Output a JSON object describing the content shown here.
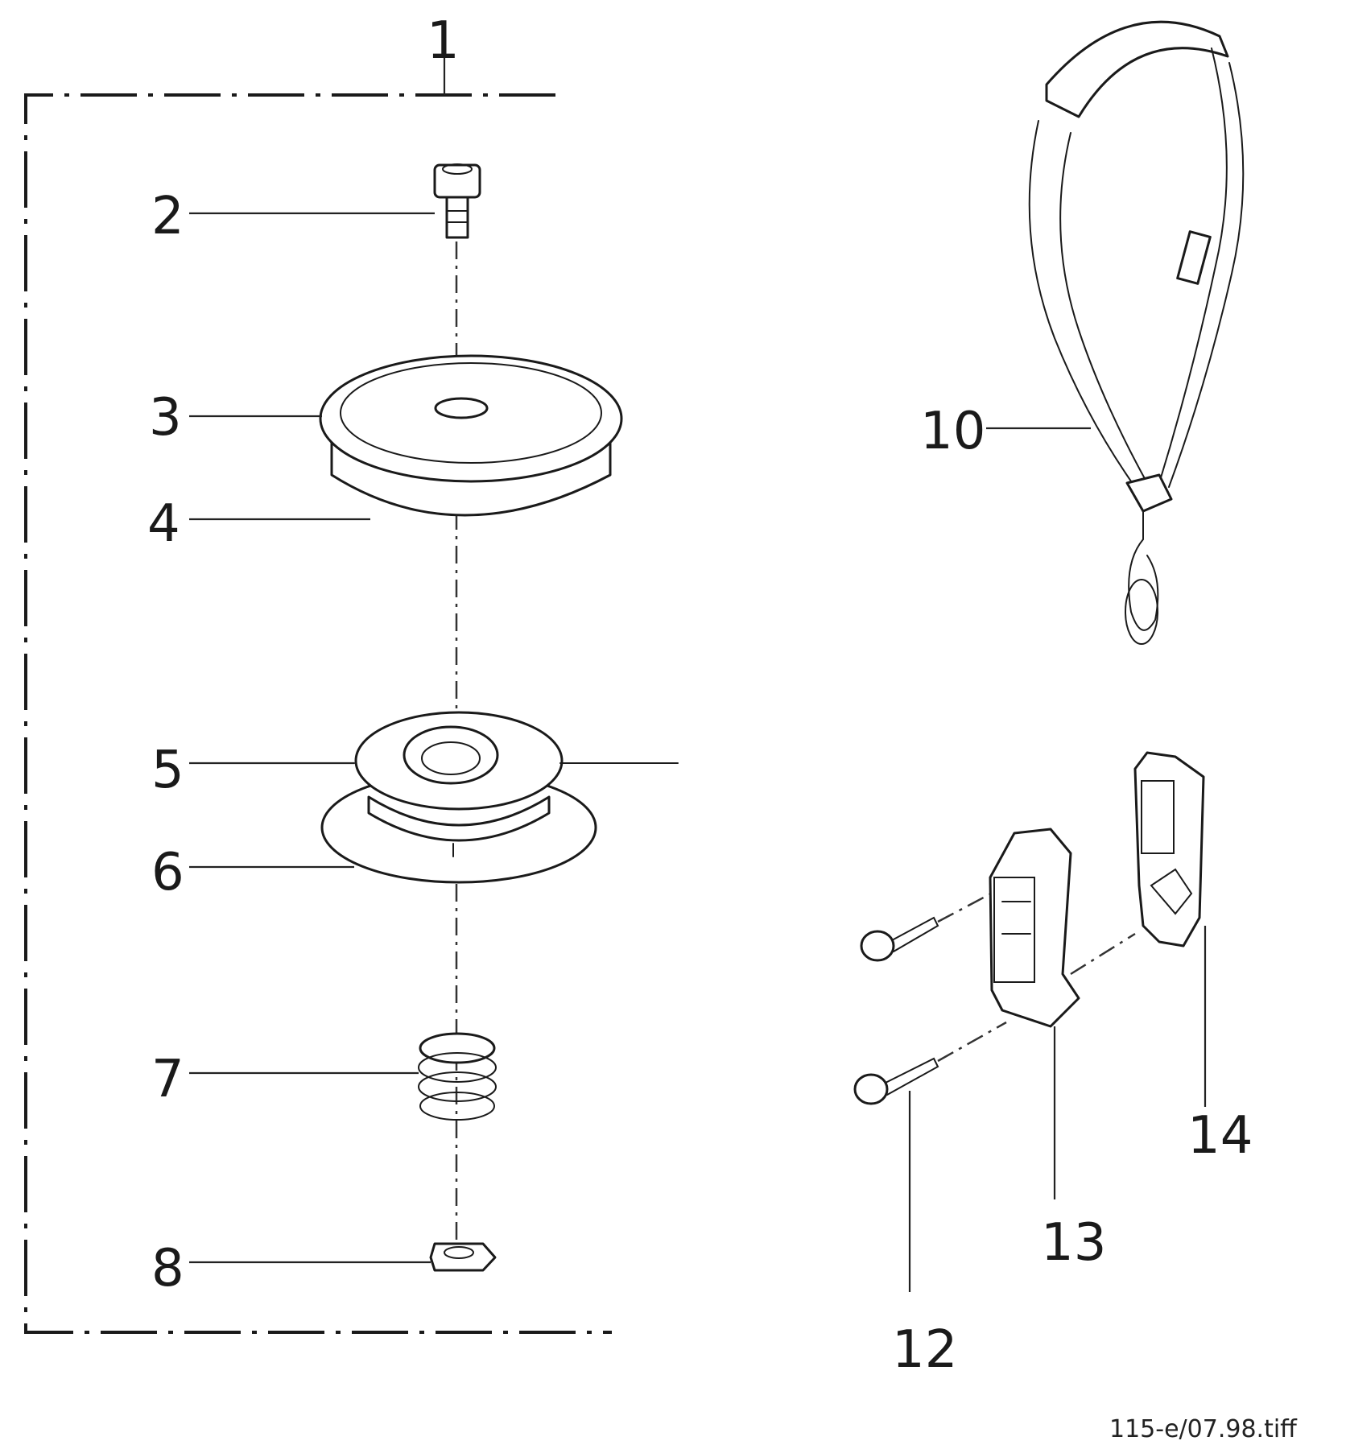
{
  "diagram": {
    "callouts": {
      "c1": "1",
      "c2": "2",
      "c3": "3",
      "c4": "4",
      "c5": "5",
      "c6": "6",
      "c7": "7",
      "c8": "8",
      "c10": "10",
      "c12": "12",
      "c13": "13",
      "c14": "14"
    },
    "footer_text": "115-e/07.98.tiff"
  }
}
